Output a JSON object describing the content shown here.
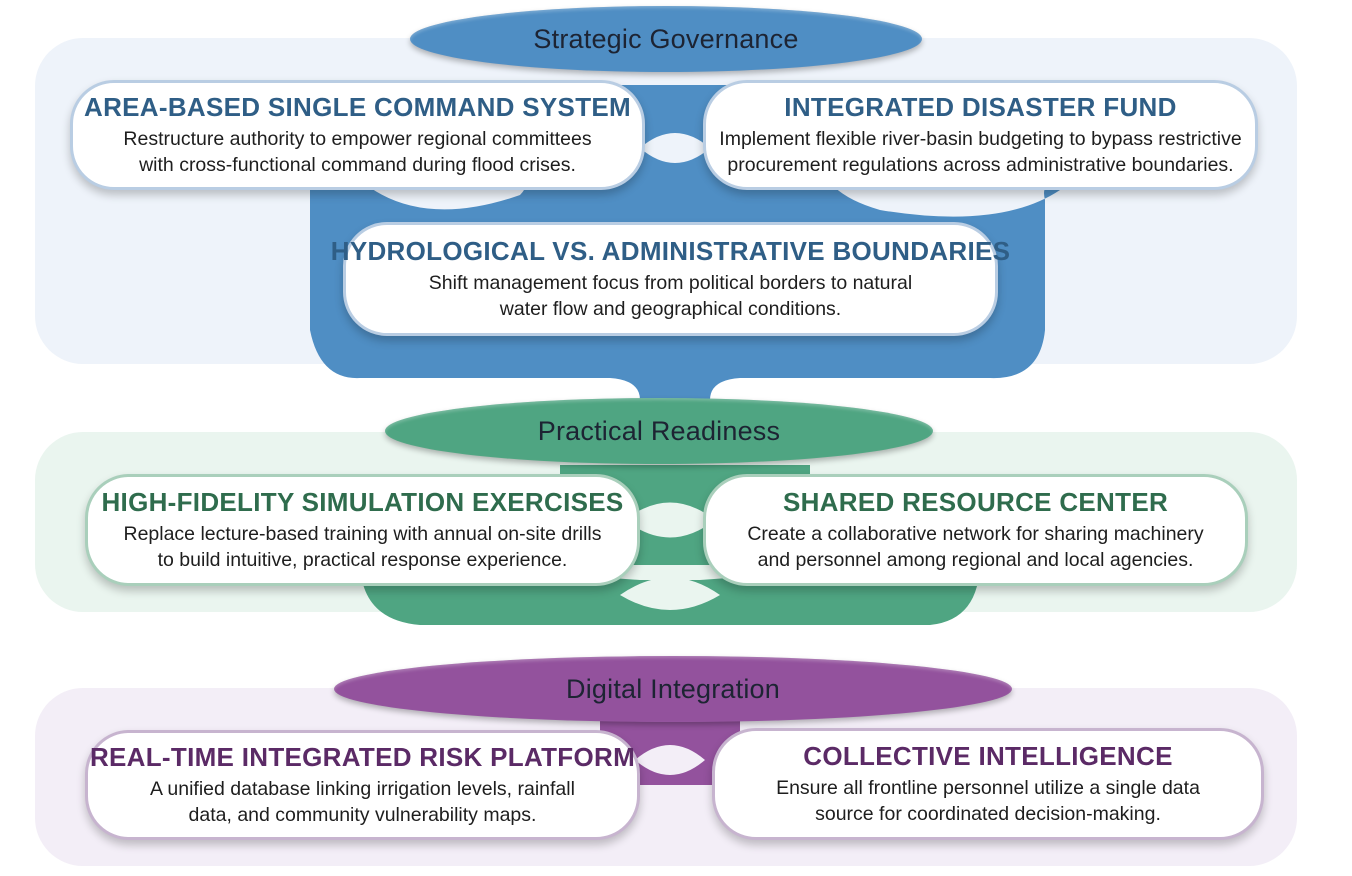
{
  "colors": {
    "governance": "#4f8ec4",
    "governance_panel": "#eef3fa",
    "readiness": "#4fa582",
    "readiness_panel": "#eaf5ef",
    "digital": "#93529d",
    "digital_panel": "#f3eef7"
  },
  "sections": {
    "governance": {
      "label": "Strategic Governance",
      "cards": [
        {
          "title": "AREA-BASED SINGLE COMMAND SYSTEM",
          "lines": [
            "Restructure authority to empower regional committees",
            "with cross-functional command during flood crises."
          ]
        },
        {
          "title": "INTEGRATED DISASTER FUND",
          "lines": [
            "Implement flexible river-basin budgeting to bypass restrictive",
            "procurement regulations across administrative boundaries."
          ]
        },
        {
          "title": "HYDROLOGICAL VS. ADMINISTRATIVE BOUNDARIES",
          "lines": [
            "Shift management focus from political borders to natural",
            "water flow and geographical conditions."
          ]
        }
      ]
    },
    "readiness": {
      "label": "Practical Readiness",
      "cards": [
        {
          "title": "HIGH-FIDELITY SIMULATION EXERCISES",
          "lines": [
            "Replace lecture-based training with annual on-site drills",
            "to build intuitive, practical response experience."
          ]
        },
        {
          "title": "SHARED RESOURCE CENTER",
          "lines": [
            "Create a collaborative network for sharing machinery",
            "and personnel among regional and local agencies."
          ]
        }
      ]
    },
    "digital": {
      "label": "Digital Integration",
      "cards": [
        {
          "title": "REAL-TIME INTEGRATED RISK PLATFORM",
          "lines": [
            "A unified database linking irrigation levels, rainfall",
            "data, and community vulnerability maps."
          ]
        },
        {
          "title": "COLLECTIVE INTELLIGENCE",
          "lines": [
            "Ensure all frontline personnel utilize a single data",
            "source for coordinated decision-making."
          ]
        }
      ]
    }
  }
}
